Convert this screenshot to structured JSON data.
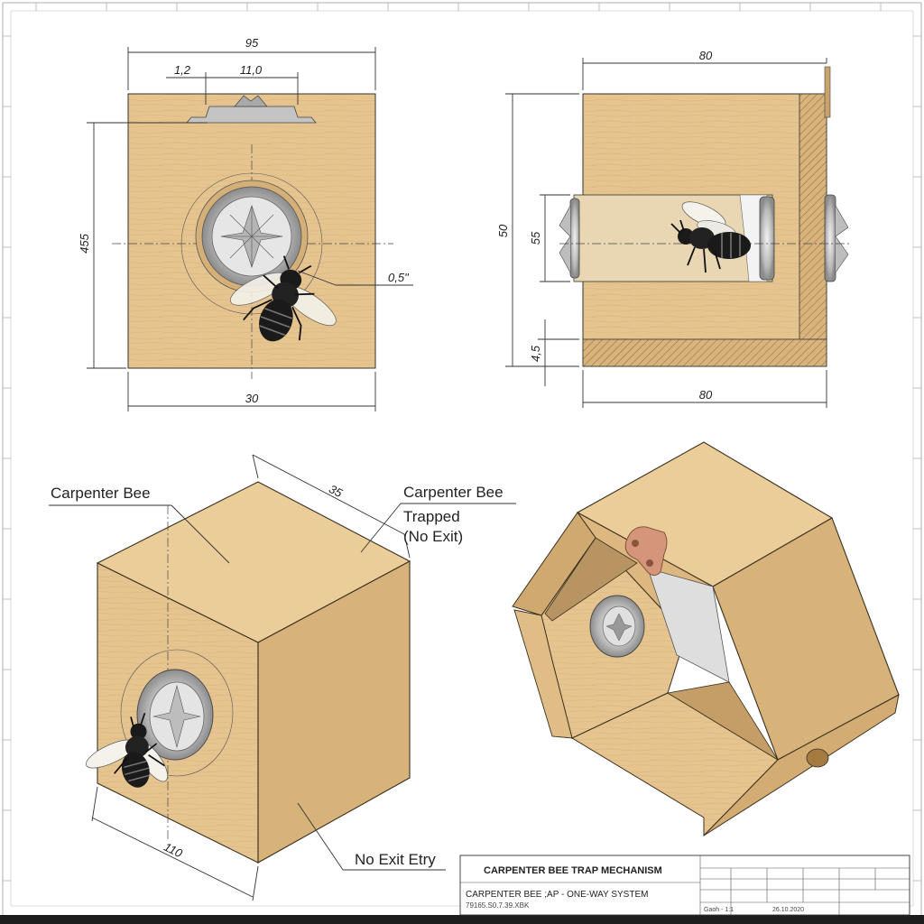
{
  "drawing": {
    "front_view": {
      "dim_top": "95",
      "dim_inner_left": "1,2",
      "dim_inner_right": "11,0",
      "dim_left": "455",
      "dim_bottom": "30",
      "dim_hole": "0,5\""
    },
    "side_view": {
      "dim_top": "80",
      "dim_left_outer": "50",
      "dim_left_inner": "55",
      "dim_bottom_small": "4,5",
      "dim_bottom": "80"
    },
    "iso_view": {
      "dim_top": "35",
      "dim_bottom": "110",
      "label_bee": "Carpenter Bee",
      "label_trapped_1": "Carpenter Bee",
      "label_trapped_2": "Trapped",
      "label_trapped_3": "(No Exit)",
      "label_no_exit": "No Exit Etry"
    },
    "title_block": {
      "title": "CARPENTER BEE TRAP MECHANISM",
      "subtitle": "CARPENTER BEE ;AP - ONE-WAY SYSTEM",
      "part_number": "79165.S0.7.39.XBK",
      "scale": "Gaoh - 1:1",
      "date": "26.10.2020"
    },
    "colors": {
      "wood": "#e6c48f",
      "wood_dark": "#c9a36a",
      "wood_side": "#dcb77f",
      "metal": "#c8c8c8",
      "copper": "#d4957a",
      "bee": "#1a1a1a"
    }
  }
}
